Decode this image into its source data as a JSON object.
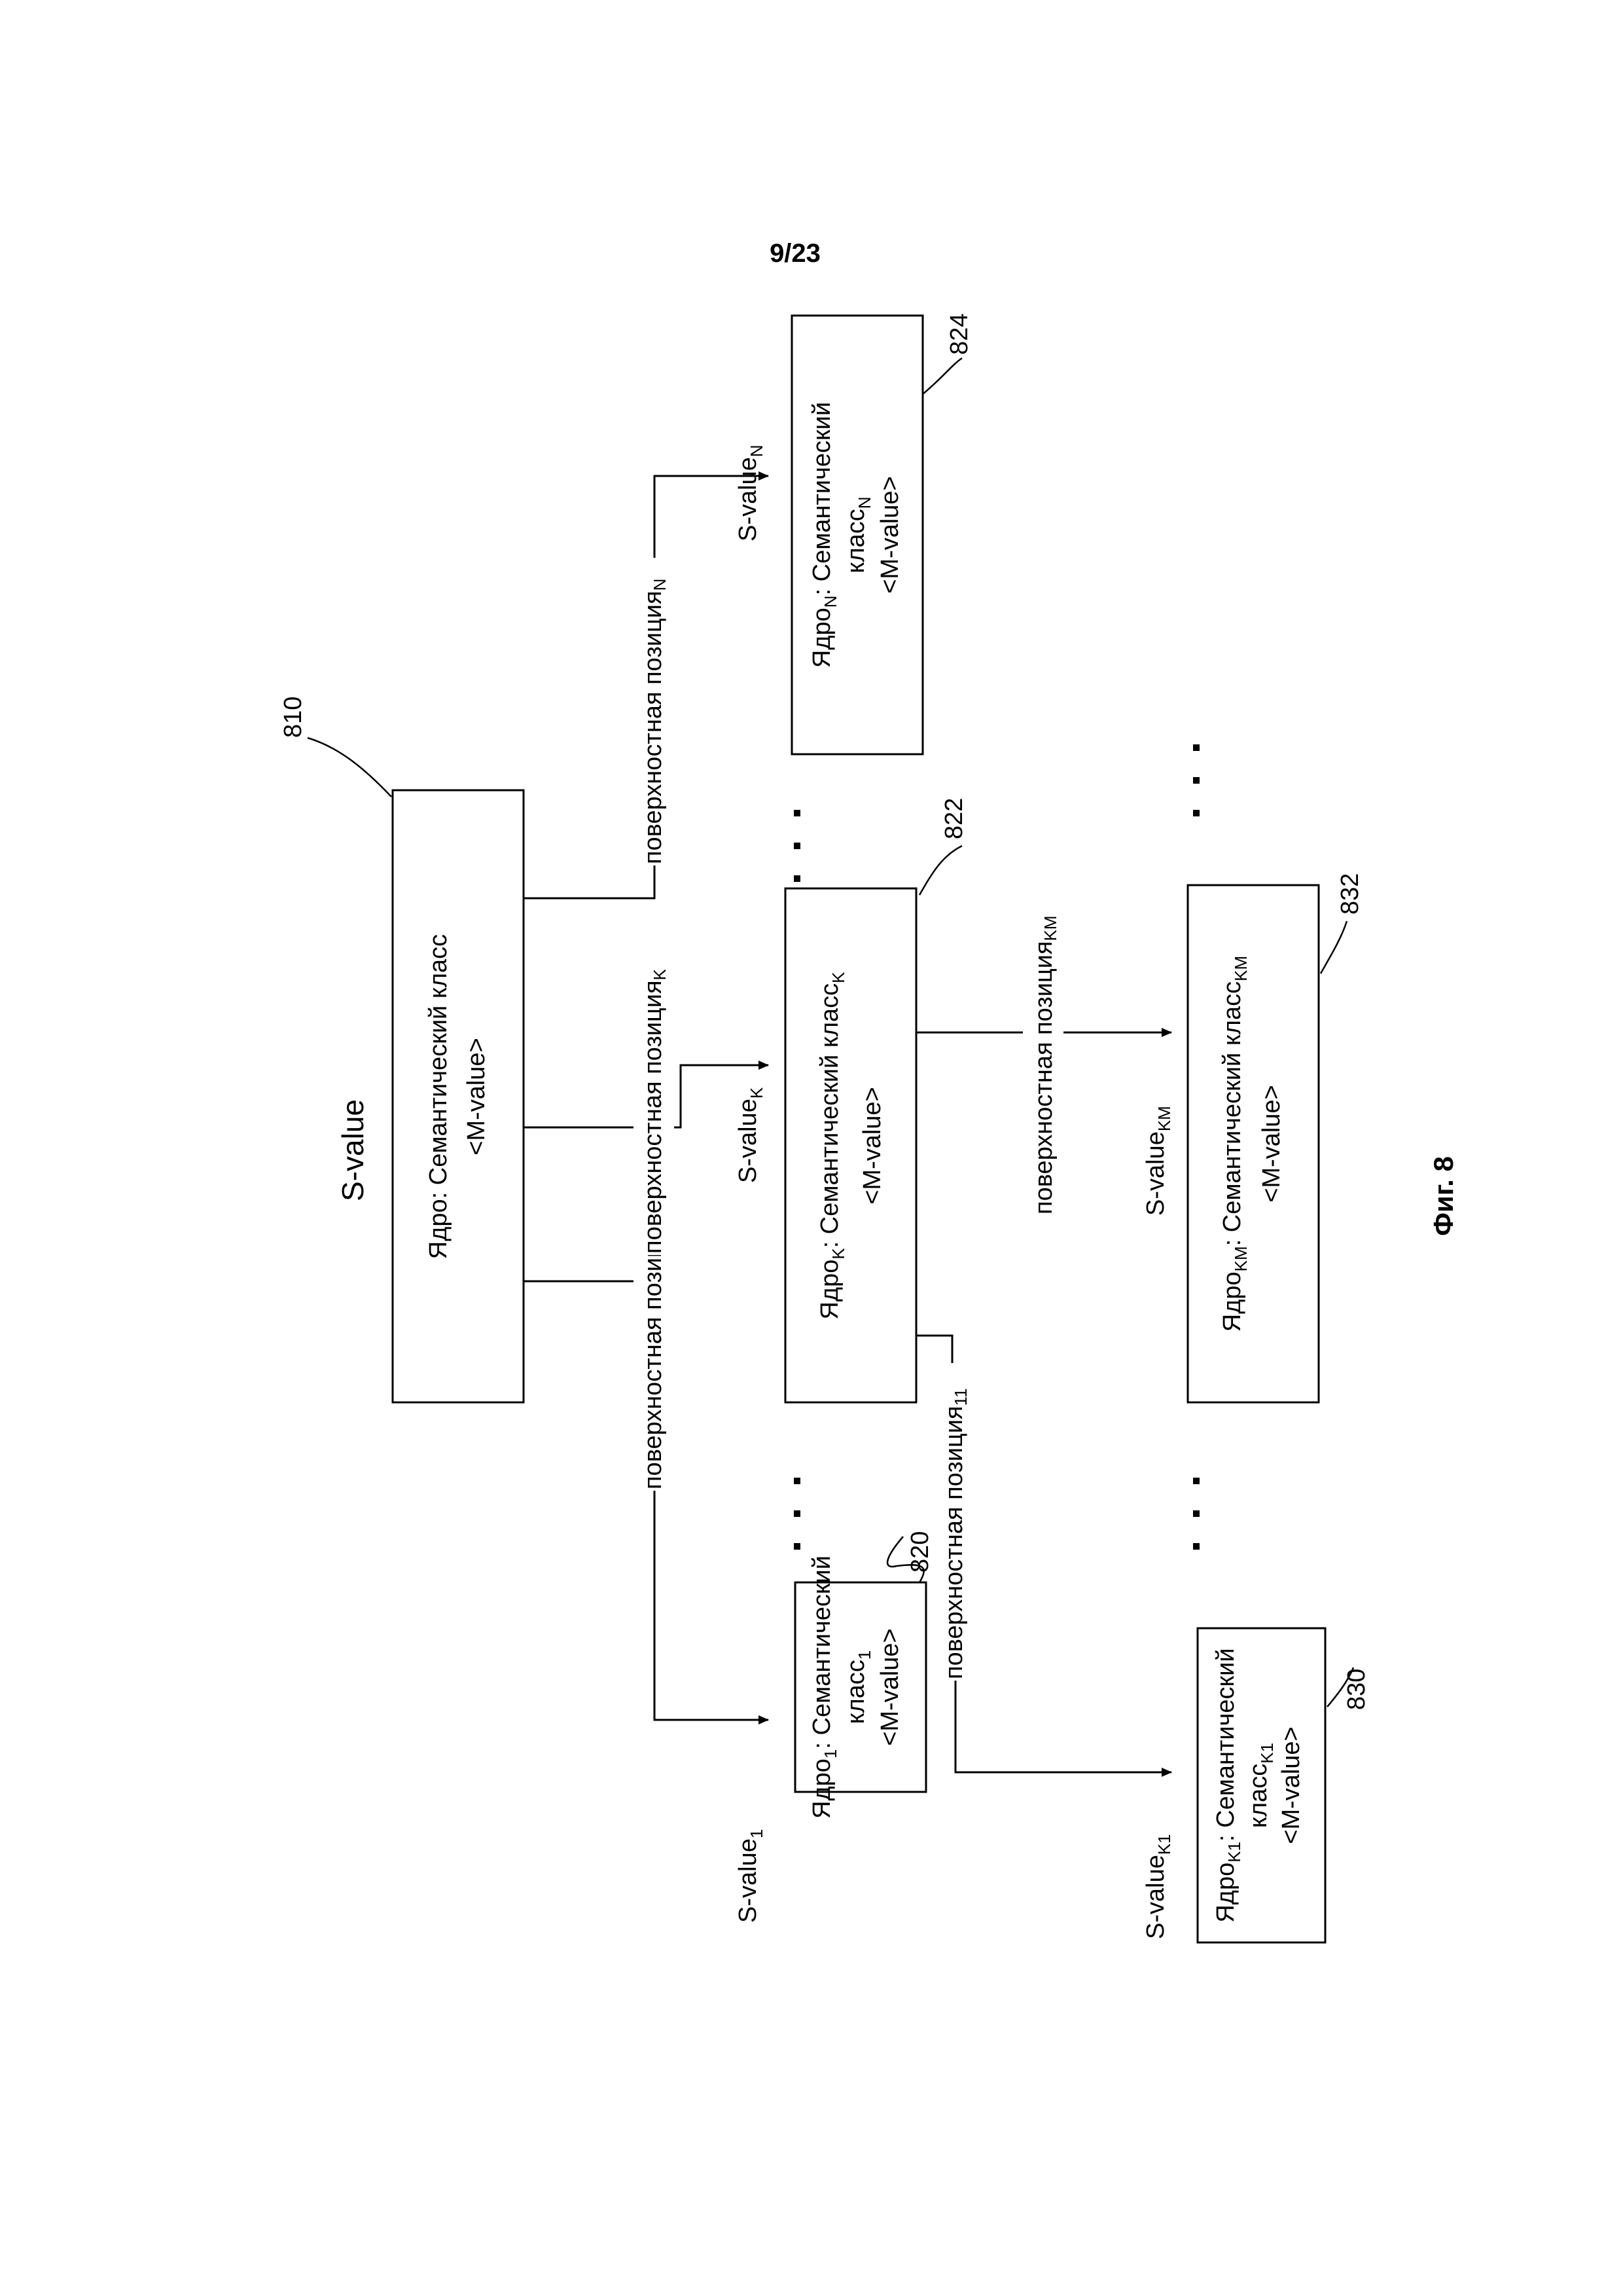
{
  "page_number": "9/23",
  "figure_caption": "Фиг. 8",
  "root": {
    "ref": "810",
    "title": "S-value",
    "line1": "Ядро: Семантический класс",
    "line2": "<M-value>"
  },
  "node_1": {
    "ref": "820",
    "svalue": "S-value",
    "svalue_sub": "1",
    "core": "Ядро",
    "core_sub": "1",
    "line1_rest": ": Семантический",
    "line2": "класс",
    "line2_sub": "1",
    "line3": "<M-value>"
  },
  "node_k": {
    "ref": "822",
    "svalue": "S-value",
    "svalue_sub": "K",
    "core": "Ядро",
    "core_sub": "K",
    "line1_rest": ": Семантический класс",
    "line1_sub": "K",
    "line2": "<M-value>"
  },
  "node_n": {
    "ref": "824",
    "svalue": "S-value",
    "svalue_sub": "N",
    "core": "Ядро",
    "core_sub": "N",
    "line1_rest": ": Семантический",
    "line2": "класс",
    "line2_sub": "N",
    "line3": "<M-value>"
  },
  "node_k1": {
    "ref": "830",
    "svalue": "S-value",
    "svalue_sub": "K1",
    "core": "Ядро",
    "core_sub": "K1",
    "line1_rest": ": Семантический",
    "line2": "класс",
    "line2_sub": "K1",
    "line3": "<M-value>"
  },
  "node_km": {
    "ref": "832",
    "svalue": "S-value",
    "svalue_sub": "KM",
    "core": "Ядро",
    "core_sub": "KM",
    "line1_rest": ": Семантический класс",
    "line1_sub": "KM",
    "line2": "<M-value>"
  },
  "edges": {
    "pos_1": {
      "text": "поверхностная позиция",
      "sub": "1"
    },
    "pos_k": {
      "text": "поверхностная позиция",
      "sub": "K"
    },
    "pos_n": {
      "text": "поверхностная позиция",
      "sub": "N"
    },
    "pos_11": {
      "text": "поверхностная позиция",
      "sub": "11"
    },
    "pos_km": {
      "text": "поверхностная позиция",
      "sub": "KM"
    }
  }
}
